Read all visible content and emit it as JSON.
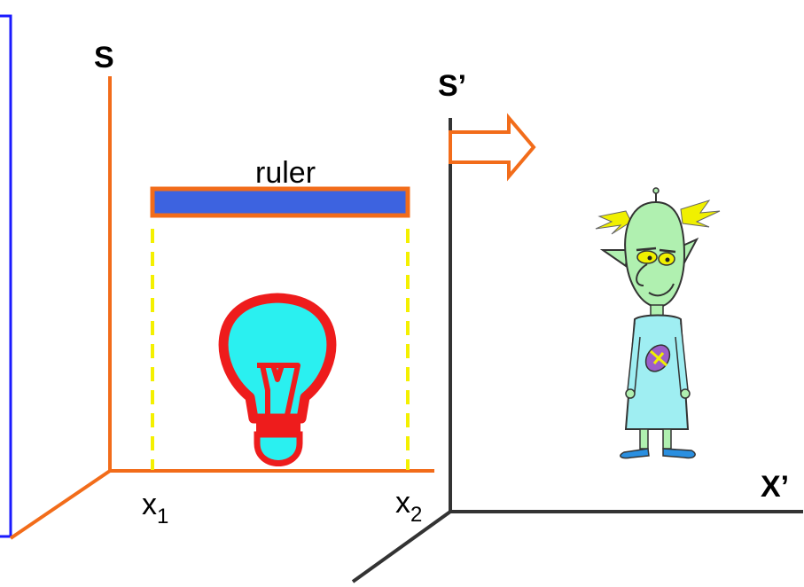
{
  "frame_s": {
    "axis_label": "S",
    "origin_x_label": "x",
    "origin_x_sub": "1",
    "end_x_label": "x",
    "end_x_sub": "2",
    "ruler_label": "ruler"
  },
  "frame_s_prime": {
    "axis_label": "S’",
    "x_axis_label": "X’"
  },
  "icons": {
    "bulb": "light-bulb-icon",
    "alien": "alien-observer-icon",
    "motion": "motion-arrow-icon"
  },
  "colors": {
    "axis_s": "#f26c1a",
    "axis_s_prime": "#333333",
    "ruler_fill": "#3d63e0",
    "ruler_border": "#f26c1a",
    "projection": "#f4f000",
    "bulb_outline": "#ee1c1c",
    "bulb_fill": "#2af0f0",
    "frame_border": "#1a1aff"
  }
}
